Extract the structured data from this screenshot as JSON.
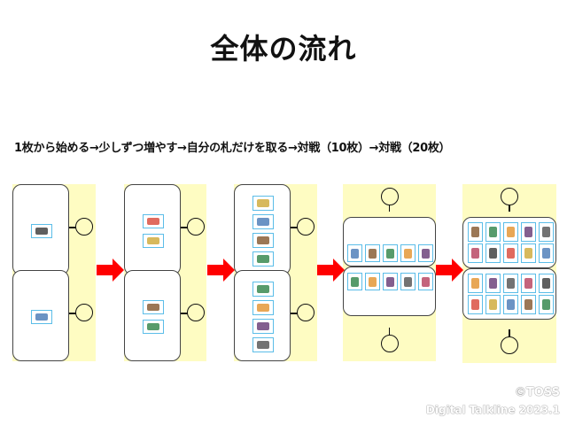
{
  "slide": {
    "title": "全体の流れ",
    "flow_text": "1枚から始める→少しずつ増やす→自分の札だけを取る→対戦（10枚）→対戦（20枚）",
    "steps": [
      {
        "label": "1枚から始める",
        "cards_per_player": 1
      },
      {
        "label": "少しずつ増やす",
        "cards_per_player": 2
      },
      {
        "label": "自分の札だけを取る",
        "cards_per_player": 4
      },
      {
        "label": "対戦（10枚）",
        "cards_per_player": 5
      },
      {
        "label": "対戦（20枚）",
        "cards_per_player": 10
      }
    ],
    "colors": {
      "panel_bg": "#fefcc2",
      "arrow": "#ff0000",
      "card_border": "#5bbde8"
    },
    "credit_line1": "©TOSS",
    "credit_line2": "Digital Talkline 2023.1"
  }
}
